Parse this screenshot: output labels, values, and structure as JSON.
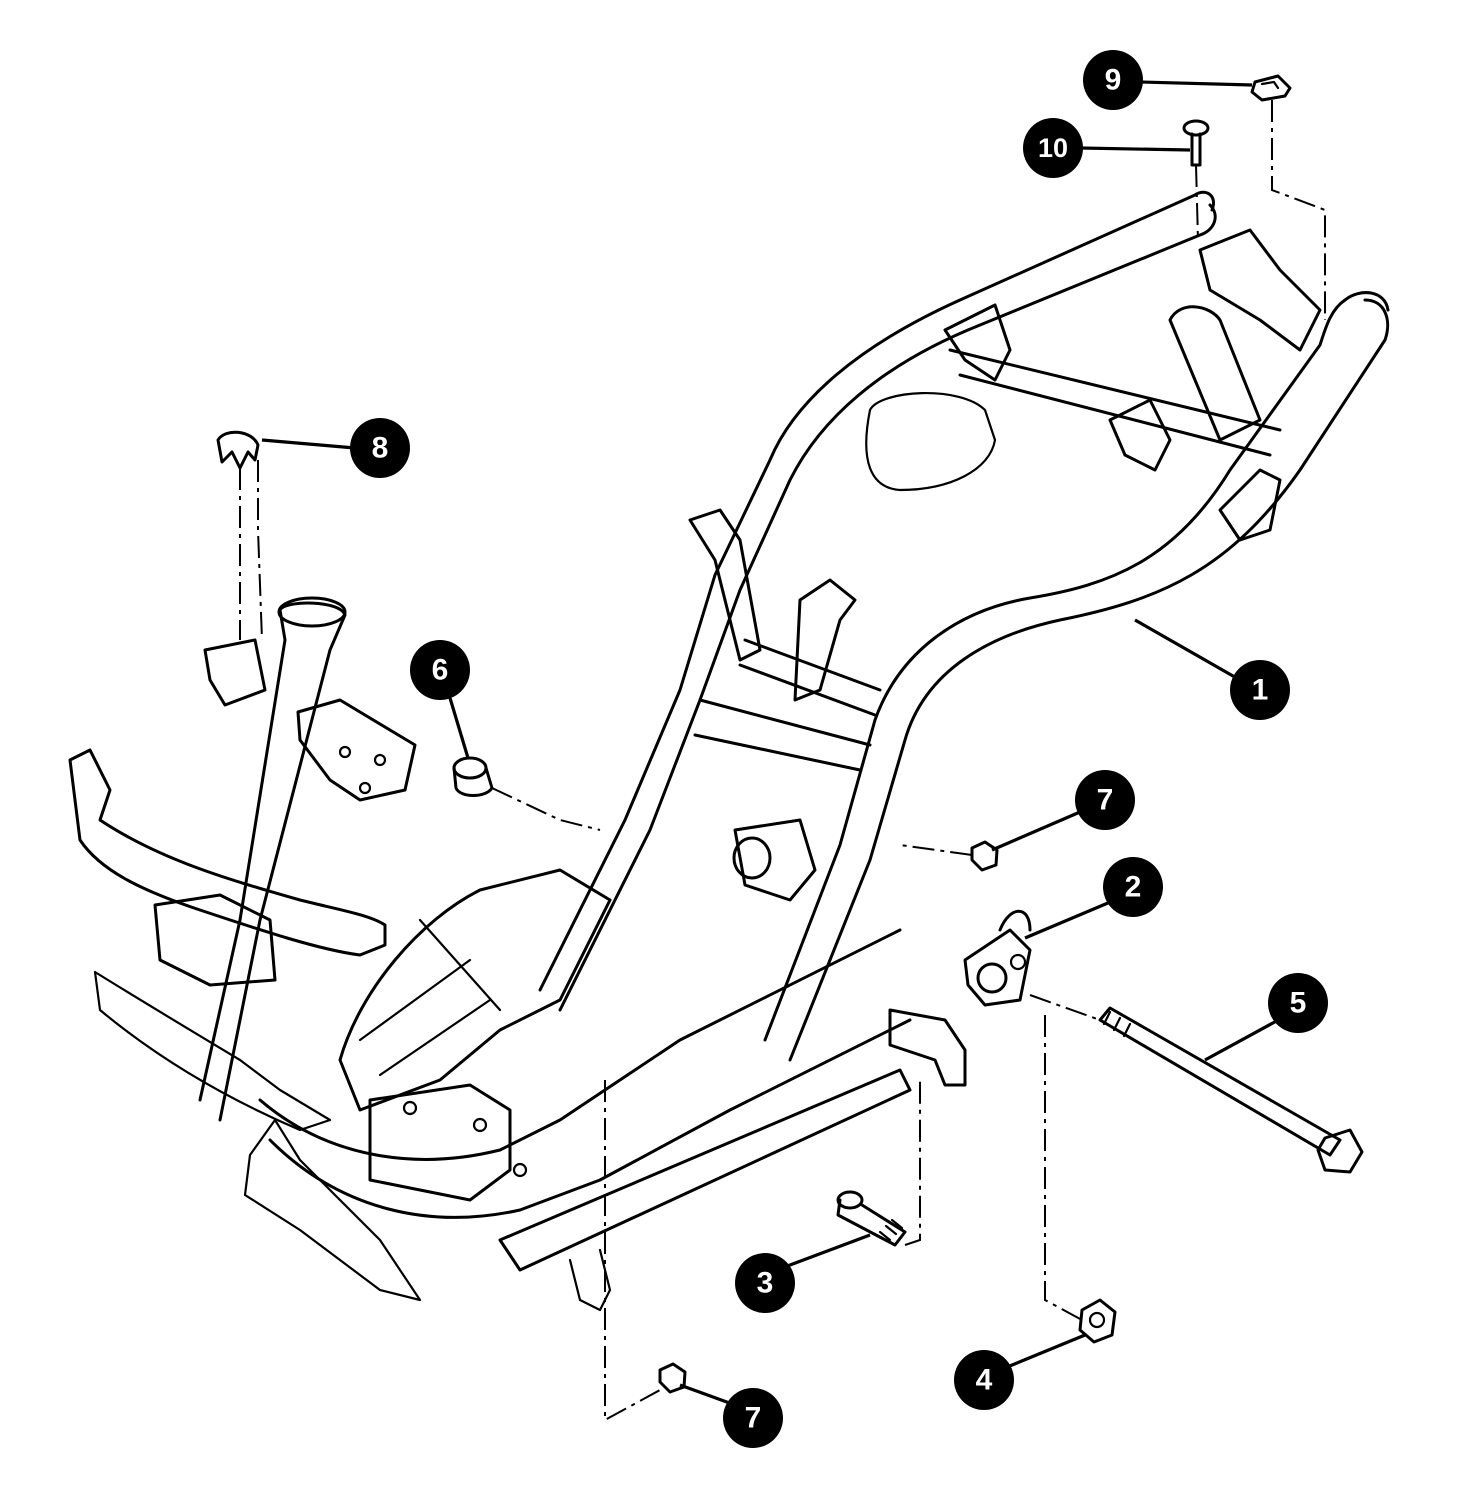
{
  "callouts": [
    {
      "label": "1"
    },
    {
      "label": "2"
    },
    {
      "label": "3"
    },
    {
      "label": "4"
    },
    {
      "label": "5"
    },
    {
      "label": "6"
    },
    {
      "label": "7"
    },
    {
      "label": "7"
    },
    {
      "label": "8"
    },
    {
      "label": "9"
    },
    {
      "label": "10"
    }
  ],
  "colors": {
    "ink": "#000000",
    "background": "#ffffff",
    "badge_text": "#ffffff"
  }
}
